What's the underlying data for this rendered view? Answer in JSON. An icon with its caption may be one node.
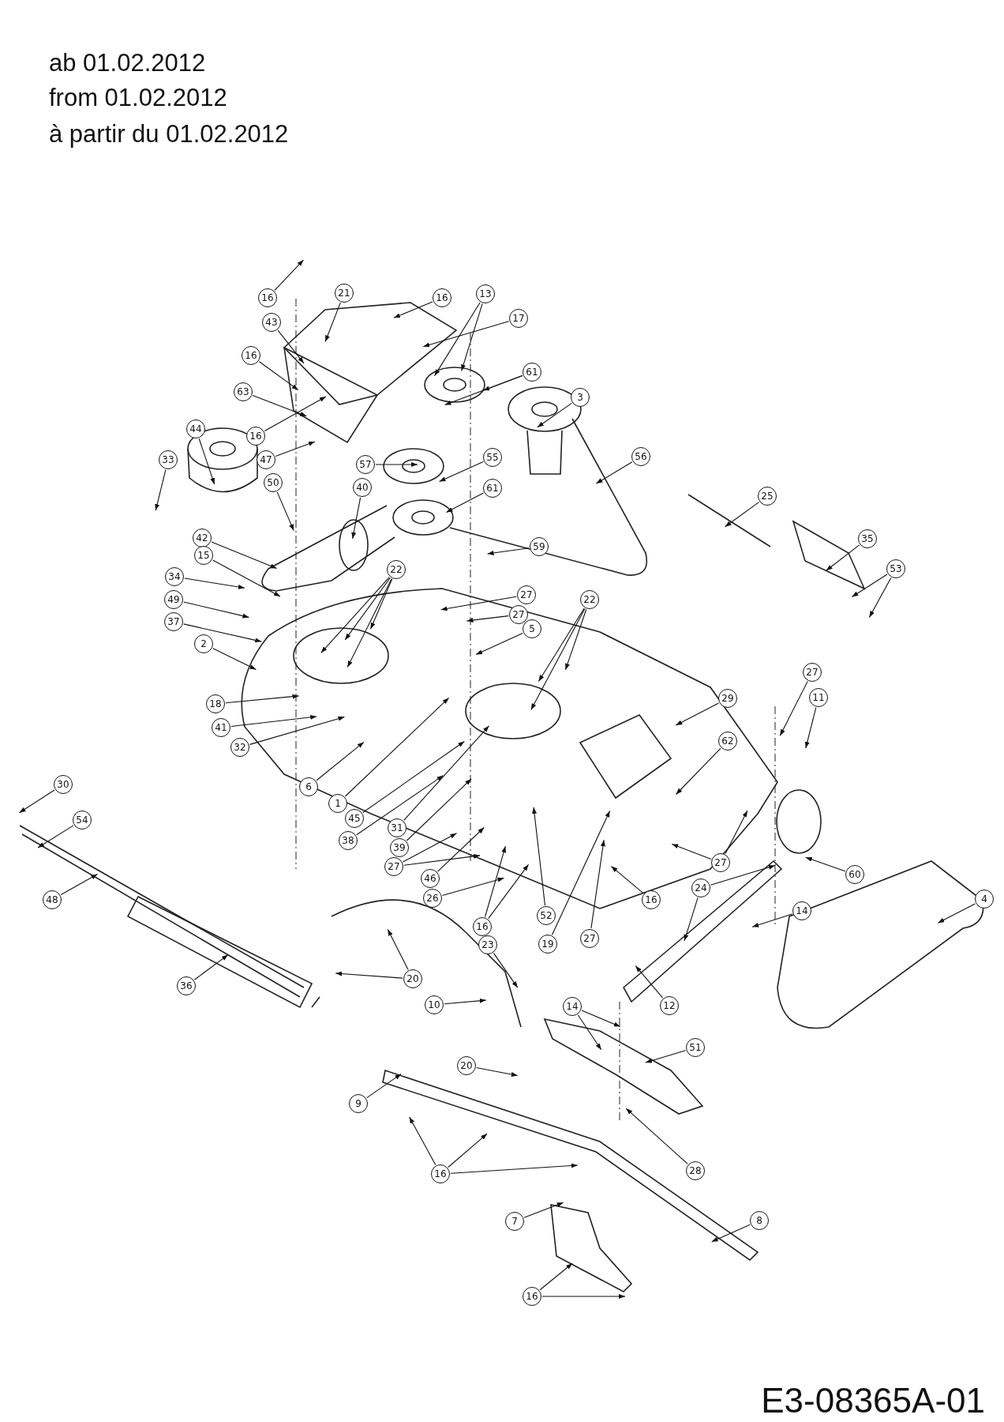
{
  "diagram": {
    "nodes": [
      {
        "text": [
          "16"
        ]
      },
      {
        "text": [
          "21"
        ]
      },
      {
        "text": [
          "16"
        ]
      },
      {
        "text": [
          "13"
        ]
      },
      {
        "text": [
          "43"
        ]
      },
      {
        "text": [
          "17"
        ]
      },
      {
        "text": [
          "16"
        ]
      },
      {
        "text": [
          "61"
        ]
      },
      {
        "text": [
          "63"
        ]
      },
      {
        "text": [
          "3"
        ]
      },
      {
        "text": [
          "44"
        ]
      },
      {
        "text": [
          "16"
        ]
      },
      {
        "text": [
          "33"
        ]
      },
      {
        "text": [
          "47"
        ]
      },
      {
        "text": [
          "57"
        ]
      },
      {
        "text": [
          "56"
        ]
      },
      {
        "text": [
          "55"
        ]
      },
      {
        "text": [
          "50"
        ]
      },
      {
        "text": [
          "40"
        ]
      },
      {
        "text": [
          "61"
        ]
      },
      {
        "text": [
          "25"
        ]
      },
      {
        "text": [
          "42"
        ]
      },
      {
        "text": [
          "35"
        ]
      },
      {
        "text": [
          "59"
        ]
      },
      {
        "text": [
          "15"
        ]
      },
      {
        "text": [
          "53"
        ]
      },
      {
        "text": [
          "22"
        ]
      },
      {
        "text": [
          "34"
        ]
      },
      {
        "text": [
          "27"
        ]
      },
      {
        "text": [
          "22"
        ]
      },
      {
        "text": [
          "49"
        ]
      },
      {
        "text": [
          "27"
        ]
      },
      {
        "text": [
          "37"
        ]
      },
      {
        "text": [
          "5"
        ]
      },
      {
        "text": [
          "2"
        ]
      },
      {
        "text": [
          "27"
        ]
      },
      {
        "text": [
          "11"
        ]
      },
      {
        "text": [
          "29"
        ]
      },
      {
        "text": [
          "18"
        ]
      },
      {
        "text": [
          "41"
        ]
      },
      {
        "text": [
          "62"
        ]
      },
      {
        "text": [
          "32"
        ]
      },
      {
        "text": [
          "30"
        ]
      },
      {
        "text": [
          "6"
        ]
      },
      {
        "text": [
          "1"
        ]
      },
      {
        "text": [
          "45"
        ]
      },
      {
        "text": [
          "54"
        ]
      },
      {
        "text": [
          "31"
        ]
      },
      {
        "text": [
          "38"
        ]
      },
      {
        "text": [
          "39"
        ]
      },
      {
        "text": [
          "27"
        ]
      },
      {
        "text": [
          "27"
        ]
      },
      {
        "text": [
          "60"
        ]
      },
      {
        "text": [
          "46"
        ]
      },
      {
        "text": [
          "24"
        ]
      },
      {
        "text": [
          "26"
        ]
      },
      {
        "text": [
          "4"
        ]
      },
      {
        "text": [
          "48"
        ]
      },
      {
        "text": [
          "16"
        ]
      },
      {
        "text": [
          "14"
        ]
      },
      {
        "text": [
          "52"
        ]
      },
      {
        "text": [
          "16"
        ]
      },
      {
        "text": [
          "27"
        ]
      },
      {
        "text": [
          "19"
        ]
      },
      {
        "text": [
          "23"
        ]
      },
      {
        "text": [
          "20"
        ]
      },
      {
        "text": [
          "36"
        ]
      },
      {
        "text": [
          "10"
        ]
      },
      {
        "text": [
          "12"
        ]
      },
      {
        "text": [
          "14"
        ]
      },
      {
        "text": [
          "51"
        ]
      },
      {
        "text": [
          "20"
        ]
      },
      {
        "text": [
          "9"
        ]
      },
      {
        "text": [
          "28"
        ]
      },
      {
        "text": [
          "16"
        ]
      },
      {
        "text": [
          "8"
        ]
      },
      {
        "text": [
          "7"
        ]
      },
      {
        "text": [
          "16"
        ]
      }
    ],
    "edges": [
      {
        "from": 0,
        "to": null,
        "arrow": "to"
      },
      {
        "from": 1,
        "to": null,
        "arrow": "to"
      },
      {
        "from": 2,
        "to": null,
        "arrow": "to"
      },
      {
        "from": 3,
        "to": null,
        "arrow": "to"
      },
      {
        "from": 3,
        "to": null,
        "arrow": "to"
      },
      {
        "from": 4,
        "to": null,
        "arrow": "to"
      },
      {
        "from": 5,
        "to": null,
        "arrow": "to"
      },
      {
        "from": 6,
        "to": null,
        "arrow": "to"
      },
      {
        "from": 7,
        "to": null,
        "arrow": "to"
      },
      {
        "from": 7,
        "to": null,
        "arrow": "to"
      },
      {
        "from": 8,
        "to": null,
        "arrow": "to"
      },
      {
        "from": 9,
        "to": null,
        "arrow": "to"
      },
      {
        "from": 10,
        "to": null,
        "arrow": "to"
      },
      {
        "from": 11,
        "to": null,
        "arrow": "to"
      },
      {
        "from": 12,
        "to": null,
        "arrow": "to"
      },
      {
        "from": 13,
        "to": null,
        "arrow": "to"
      },
      {
        "from": 14,
        "to": null,
        "arrow": "to"
      },
      {
        "from": 15,
        "to": null,
        "arrow": "to"
      },
      {
        "from": 16,
        "to": null,
        "arrow": "to"
      },
      {
        "from": 17,
        "to": null,
        "arrow": "to"
      },
      {
        "from": 18,
        "to": null,
        "arrow": "to"
      },
      {
        "from": 19,
        "to": null,
        "arrow": "to"
      },
      {
        "from": 20,
        "to": null,
        "arrow": "to"
      },
      {
        "from": 21,
        "to": null,
        "arrow": "to"
      },
      {
        "from": 22,
        "to": null,
        "arrow": "to"
      },
      {
        "from": 23,
        "to": null,
        "arrow": "to"
      },
      {
        "from": 24,
        "to": null,
        "arrow": "to"
      },
      {
        "from": 25,
        "to": null,
        "arrow": "to"
      },
      {
        "from": 25,
        "to": null,
        "arrow": "to"
      },
      {
        "from": 26,
        "to": null,
        "arrow": "to"
      },
      {
        "from": 26,
        "to": null,
        "arrow": "to"
      },
      {
        "from": 26,
        "to": null,
        "arrow": "to"
      },
      {
        "from": 26,
        "to": null,
        "arrow": "to"
      },
      {
        "from": 27,
        "to": null,
        "arrow": "to"
      },
      {
        "from": 28,
        "to": null,
        "arrow": "to"
      },
      {
        "from": 29,
        "to": null,
        "arrow": "to"
      },
      {
        "from": 29,
        "to": null,
        "arrow": "to"
      },
      {
        "from": 29,
        "to": null,
        "arrow": "to"
      },
      {
        "from": 30,
        "to": null,
        "arrow": "to"
      },
      {
        "from": 31,
        "to": null,
        "arrow": "to"
      },
      {
        "from": 32,
        "to": null,
        "arrow": "to"
      },
      {
        "from": 33,
        "to": null,
        "arrow": "to"
      },
      {
        "from": 34,
        "to": null,
        "arrow": "to"
      },
      {
        "from": 35,
        "to": null,
        "arrow": "to"
      },
      {
        "from": 36,
        "to": null,
        "arrow": "to"
      },
      {
        "from": 37,
        "to": null,
        "arrow": "to"
      },
      {
        "from": 38,
        "to": null,
        "arrow": "to"
      },
      {
        "from": 39,
        "to": null,
        "arrow": "to"
      },
      {
        "from": 40,
        "to": null,
        "arrow": "to"
      },
      {
        "from": 41,
        "to": null,
        "arrow": "to"
      },
      {
        "from": 42,
        "to": null,
        "arrow": "to"
      },
      {
        "from": 43,
        "to": null,
        "arrow": "to"
      },
      {
        "from": 44,
        "to": null,
        "arrow": "to"
      },
      {
        "from": 45,
        "to": null,
        "arrow": "to"
      },
      {
        "from": 46,
        "to": null,
        "arrow": "to"
      },
      {
        "from": 47,
        "to": null,
        "arrow": "to"
      },
      {
        "from": 48,
        "to": null,
        "arrow": "to"
      },
      {
        "from": 49,
        "to": null,
        "arrow": "to"
      },
      {
        "from": 50,
        "to": null,
        "arrow": "to"
      },
      {
        "from": 50,
        "to": null,
        "arrow": "to"
      },
      {
        "from": 51,
        "to": null,
        "arrow": "to"
      },
      {
        "from": 51,
        "to": null,
        "arrow": "to"
      },
      {
        "from": 52,
        "to": null,
        "arrow": "to"
      },
      {
        "from": 53,
        "to": null,
        "arrow": "to"
      },
      {
        "from": 54,
        "to": null,
        "arrow": "to"
      },
      {
        "from": 54,
        "to": null,
        "arrow": "to"
      },
      {
        "from": 55,
        "to": null,
        "arrow": "to"
      },
      {
        "from": 56,
        "to": null,
        "arrow": "to"
      },
      {
        "from": 57,
        "to": null,
        "arrow": "to"
      },
      {
        "from": 58,
        "to": null,
        "arrow": "to"
      },
      {
        "from": 59,
        "to": null,
        "arrow": "to"
      },
      {
        "from": 60,
        "to": null,
        "arrow": "to"
      },
      {
        "from": 61,
        "to": null,
        "arrow": "to"
      },
      {
        "from": 61,
        "to": null,
        "arrow": "to"
      },
      {
        "from": 62,
        "to": null,
        "arrow": "to"
      },
      {
        "from": 63,
        "to": null,
        "arrow": "to"
      },
      {
        "from": 64,
        "to": null,
        "arrow": "to"
      },
      {
        "from": 65,
        "to": null,
        "arrow": "to"
      },
      {
        "from": 65,
        "to": null,
        "arrow": "to"
      },
      {
        "from": 66,
        "to": null,
        "arrow": "to"
      },
      {
        "from": 67,
        "to": null,
        "arrow": "to"
      },
      {
        "from": 68,
        "to": null,
        "arrow": "to"
      },
      {
        "from": 69,
        "to": null,
        "arrow": "to"
      },
      {
        "from": 69,
        "to": null,
        "arrow": "to"
      },
      {
        "from": 70,
        "to": null,
        "arrow": "to"
      },
      {
        "from": 71,
        "to": null,
        "arrow": "to"
      },
      {
        "from": 72,
        "to": null,
        "arrow": "to"
      },
      {
        "from": 73,
        "to": null,
        "arrow": "to"
      },
      {
        "from": 74,
        "to": null,
        "arrow": "to"
      },
      {
        "from": 74,
        "to": null,
        "arrow": "to"
      },
      {
        "from": 74,
        "to": null,
        "arrow": "to"
      },
      {
        "from": 75,
        "to": null,
        "arrow": "to"
      },
      {
        "from": 76,
        "to": null,
        "arrow": "to"
      },
      {
        "from": 77,
        "to": null,
        "arrow": "to"
      },
      {
        "from": 77,
        "to": null,
        "arrow": "to"
      }
    ],
    "labels": [
      "ab 01.02.2012",
      "from 01.02.2012",
      "à partir du 01.02.2012",
      "E3-08365A-01"
    ]
  }
}
